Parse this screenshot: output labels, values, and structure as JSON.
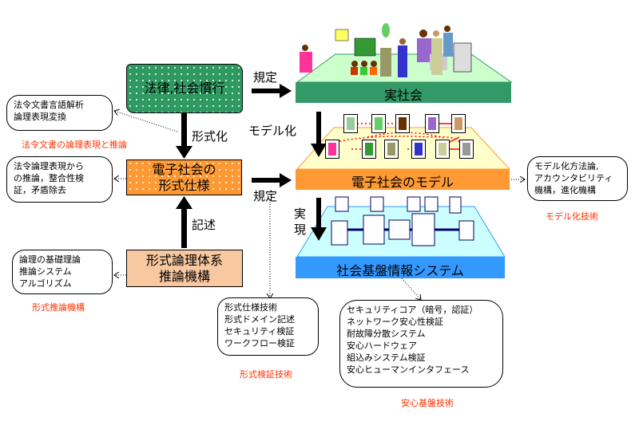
{
  "left": {
    "law_scroll": {
      "label": "法律,社会慣行",
      "color": "#2e9a62"
    },
    "spec_box": {
      "lines": [
        "電子社会の",
        "形式仕様"
      ],
      "color": "#ff9933"
    },
    "logic_box": {
      "lines": [
        "形式論理体系",
        "推論機構"
      ],
      "color": "#f8c8a0"
    },
    "arrow_formalize": "形式化",
    "arrow_describe": "記述",
    "bubble_legal": {
      "lines": [
        "法令文書言語解析",
        "論理表現変換"
      ],
      "caption": "法令文書の論理表現と推論"
    },
    "bubble_reasoning": {
      "lines": [
        "法令論理表現から",
        "の推論，整合性検",
        "証，矛盾除去"
      ]
    },
    "bubble_logic": {
      "lines": [
        "論理の基礎理論",
        "推論システム",
        "アルゴリズム"
      ],
      "caption": "形式推論機構"
    }
  },
  "right": {
    "real_society": {
      "label": "実社会",
      "top_color": "#ccffcc",
      "front_color": "#339966"
    },
    "model": {
      "label": "電子社会のモデル",
      "top_color": "#ffffcc",
      "front_color": "#ff9933"
    },
    "infra": {
      "label": "社会基盤情報システム",
      "top_color": "#ccffff",
      "front_color": "#3399ff"
    },
    "arrow_regulate_top": "規定",
    "arrow_regulate_mid": "規定",
    "arrow_model": "モデル化",
    "arrow_realize": "実現",
    "bubble_model": {
      "lines": [
        "モデル化方法論,",
        "アカウンタビリティ",
        "機構，進化機構"
      ],
      "caption": "モデル化技術"
    },
    "bubble_verify": {
      "lines": [
        "形式仕様技術",
        "形式ドメイン記述",
        "セキュリティ検証",
        "ワークフロー検証"
      ],
      "caption": "形式検証技術"
    },
    "bubble_safety": {
      "lines": [
        "セキュリティコア（暗号，認証）",
        "ネットワーク安心性検証",
        "耐故障分散システム",
        "安心ハードウェア",
        "組込みシステム検証",
        "安心ヒューマンインタフェース"
      ],
      "caption": "安心基盤技術"
    }
  },
  "caption_color": "#ff3300"
}
